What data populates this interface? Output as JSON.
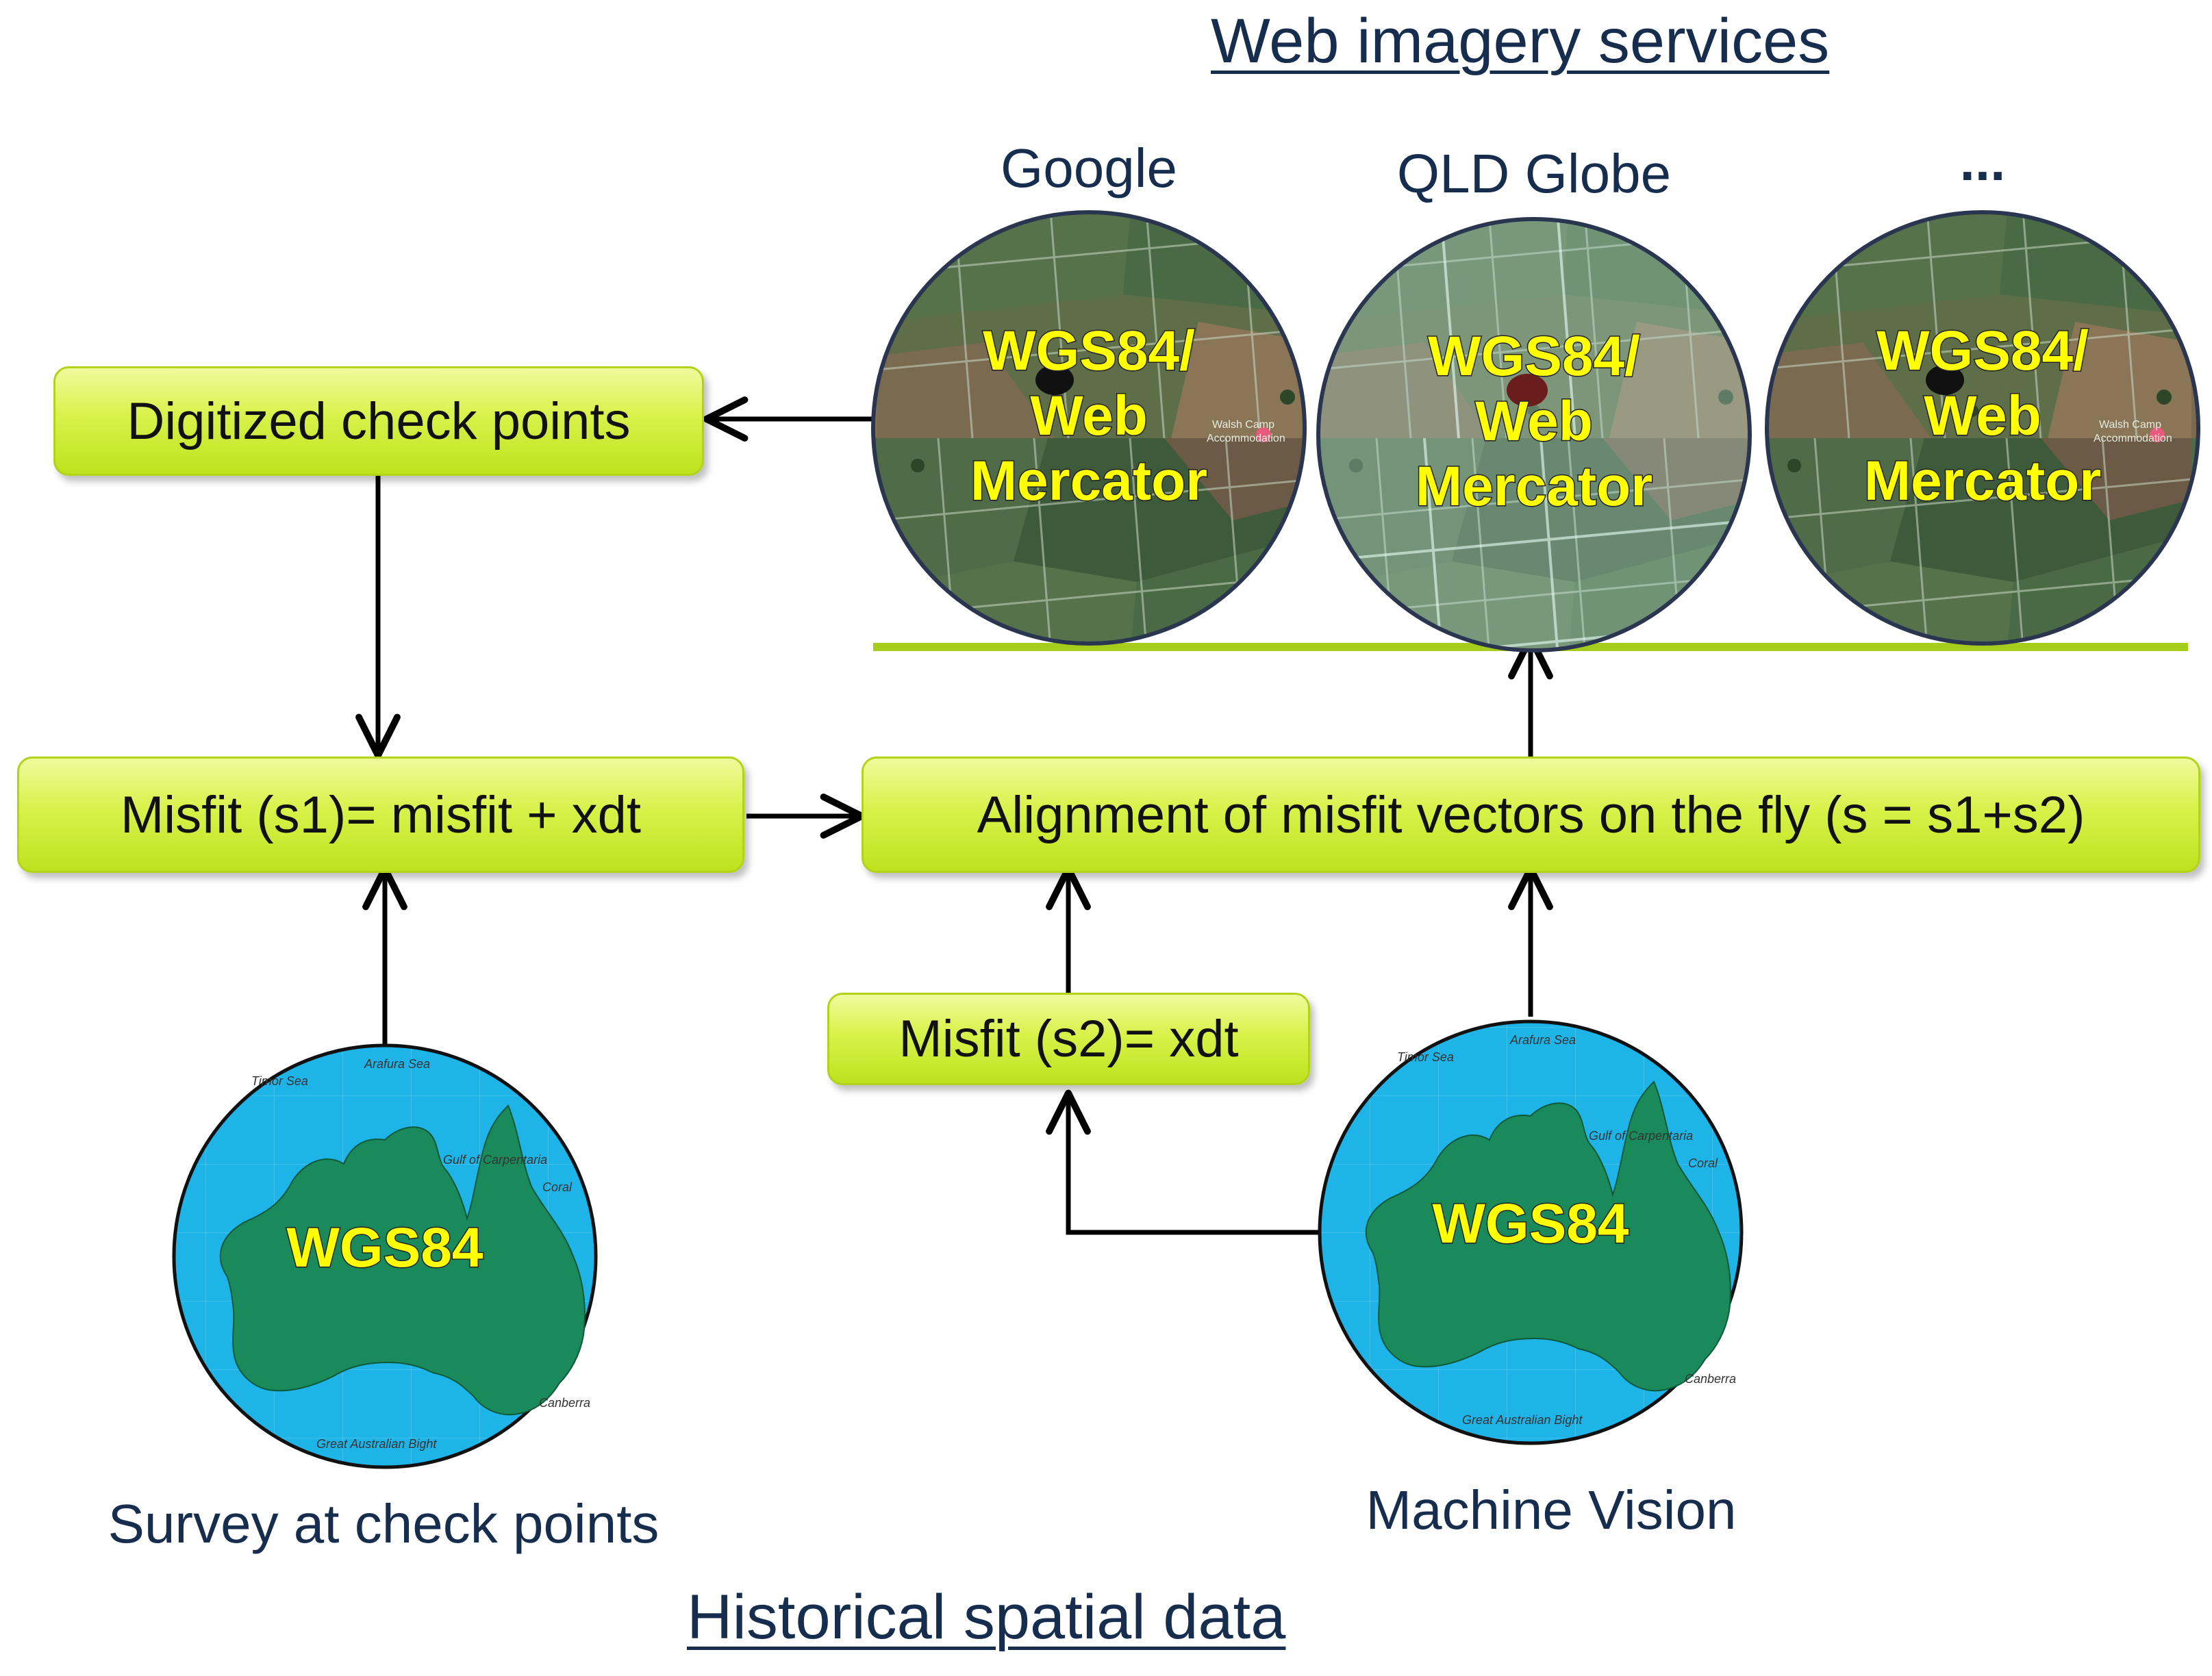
{
  "headings": {
    "top": "Web imagery services",
    "bottom": "Historical spatial data"
  },
  "imagery": [
    {
      "provider": "Google",
      "label_lines": [
        "WGS84/",
        "Web",
        "Mercator"
      ]
    },
    {
      "provider": "QLD Globe",
      "label_lines": [
        "WGS84/",
        "Web",
        "Mercator"
      ]
    },
    {
      "provider": "...",
      "label_lines": [
        "WGS84/",
        "Web",
        "Mercator"
      ]
    }
  ],
  "imagery_small_text": [
    "Walsh Camp",
    "Accommodation"
  ],
  "boxes": {
    "digitized": "Digitized check points",
    "misfit_s1": "Misfit (s1)= misfit + xdt",
    "alignment": "Alignment of misfit vectors on the fly (s = s1+s2)",
    "misfit_s2": "Misfit (s2)= xdt"
  },
  "globes": [
    {
      "label": "WGS84",
      "caption": "Survey at check points"
    },
    {
      "label": "WGS84",
      "caption": "Machine Vision"
    }
  ],
  "map_labels": {
    "arafura": "Arafura Sea",
    "timor": "Timor Sea",
    "carpentaria": "Gulf of Carpentaria",
    "coral": "Coral",
    "bight": "Great Australian Bight",
    "canberra": "Canberra"
  },
  "colors": {
    "text_dark": "#172d4e",
    "box_fill": "#d8f24a",
    "divider": "#a6cd1c",
    "ocean": "#1fb4e8",
    "land": "#1b8a5a",
    "label_yellow": "#ffff00"
  }
}
